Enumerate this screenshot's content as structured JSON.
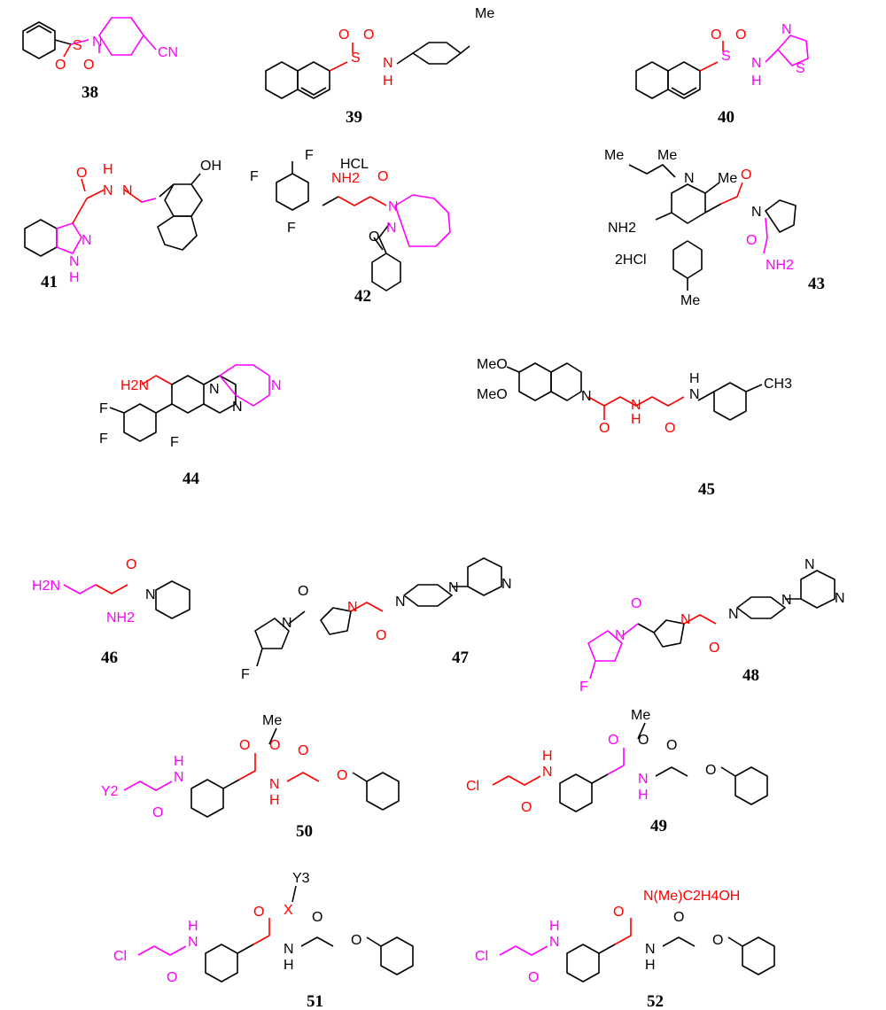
{
  "colors": {
    "black": "#000000",
    "red": "#ff0000",
    "magenta": "#ff00ff"
  },
  "compounds": [
    {
      "id": "c38",
      "label": "38",
      "atoms": [
        "N",
        "S",
        "O",
        "O",
        "CN"
      ]
    },
    {
      "id": "c39",
      "label": "39",
      "atoms": [
        "Me",
        "O",
        "O",
        "S",
        "N",
        "H"
      ]
    },
    {
      "id": "c40",
      "label": "40",
      "atoms": [
        "O",
        "O",
        "S",
        "N",
        "H",
        "N",
        "S"
      ]
    },
    {
      "id": "c41",
      "label": "41",
      "atoms": [
        "O",
        "H",
        "N",
        "N",
        "OH",
        "N",
        "N",
        "H"
      ]
    },
    {
      "id": "c42",
      "label": "42",
      "atoms": [
        "F",
        "F",
        "F",
        "HCL",
        "NH2",
        "O",
        "N",
        "N",
        "O"
      ]
    },
    {
      "id": "c43",
      "label": "43",
      "atoms": [
        "Me",
        "Me",
        "N",
        "Me",
        "O",
        "N",
        "NH2",
        "2HCl",
        "O",
        "NH2",
        "Me"
      ]
    },
    {
      "id": "c44",
      "label": "44",
      "atoms": [
        "H2N",
        "N",
        "N",
        "N",
        "F",
        "F",
        "F"
      ]
    },
    {
      "id": "c45",
      "label": "45",
      "atoms": [
        "MeO",
        "MeO",
        "N",
        "O",
        "H",
        "N",
        "H",
        "N",
        "O",
        "CH3"
      ]
    },
    {
      "id": "c46",
      "label": "46",
      "atoms": [
        "H2N",
        "NH2",
        "O",
        "N"
      ]
    },
    {
      "id": "c47",
      "label": "47",
      "atoms": [
        "F",
        "N",
        "O",
        "N",
        "O",
        "N",
        "N",
        "N"
      ]
    },
    {
      "id": "c48",
      "label": "48",
      "atoms": [
        "F",
        "N",
        "O",
        "N",
        "O",
        "N",
        "N",
        "N",
        "N"
      ]
    },
    {
      "id": "c50",
      "label": "50",
      "atoms": [
        "Me",
        "O",
        "O",
        "H",
        "N",
        "Y2",
        "O",
        "N",
        "H",
        "O",
        "O"
      ]
    },
    {
      "id": "c49",
      "label": "49",
      "atoms": [
        "Me",
        "O",
        "O",
        "H",
        "N",
        "Cl",
        "O",
        "N",
        "H",
        "O",
        "O"
      ]
    },
    {
      "id": "c51",
      "label": "51",
      "atoms": [
        "Y3",
        "X",
        "O",
        "H",
        "N",
        "Cl",
        "O",
        "N",
        "H",
        "O",
        "O"
      ]
    },
    {
      "id": "c52",
      "label": "52",
      "atoms": [
        "N(Me)C2H4OH",
        "O",
        "H",
        "N",
        "Cl",
        "O",
        "N",
        "H",
        "O",
        "O"
      ]
    }
  ]
}
